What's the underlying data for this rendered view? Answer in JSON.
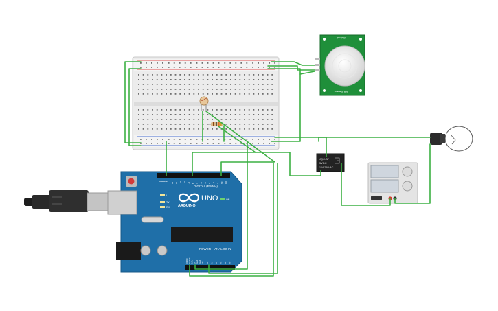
{
  "arduino": {
    "logo_text": "ARDUINO",
    "model": "UNO",
    "digital_header_label": "DIGITAL (PWM~)",
    "power_label": "POWER",
    "analog_label": "ANALOG IN",
    "on_label": "ON",
    "tx_label": "TX",
    "rx_label": "RX",
    "l_label": "L",
    "aref_label": "AREF",
    "gnd_label": "GND",
    "digital_pins": [
      "13",
      "12",
      "~11",
      "~10",
      "~9",
      "8",
      "7",
      "~6",
      "~5",
      "4",
      "~3",
      "2",
      "TX1",
      "RX0"
    ],
    "power_pins": [
      "IOREF",
      "RESET",
      "3.3V",
      "5V",
      "GND",
      "GND",
      "Vin"
    ],
    "analog_pins": [
      "A0",
      "A1",
      "A2",
      "A3",
      "A4",
      "A5"
    ]
  },
  "pir_sensor": {
    "top_text": "Output",
    "bottom_text": "PIR Sensor"
  },
  "relay": {
    "line1": "JQC-3F",
    "line2": "5VDC",
    "line3": "10A 250VAC"
  },
  "colors": {
    "wire": "#3cb043",
    "board": "#1f6fa8",
    "breadboard": "#e9e9e9",
    "rail_red": "#e05050",
    "rail_blue": "#4a6fd0",
    "pir_pcb": "#1f8f3a",
    "relay": "#222222",
    "usb": "#2a2a2a"
  }
}
